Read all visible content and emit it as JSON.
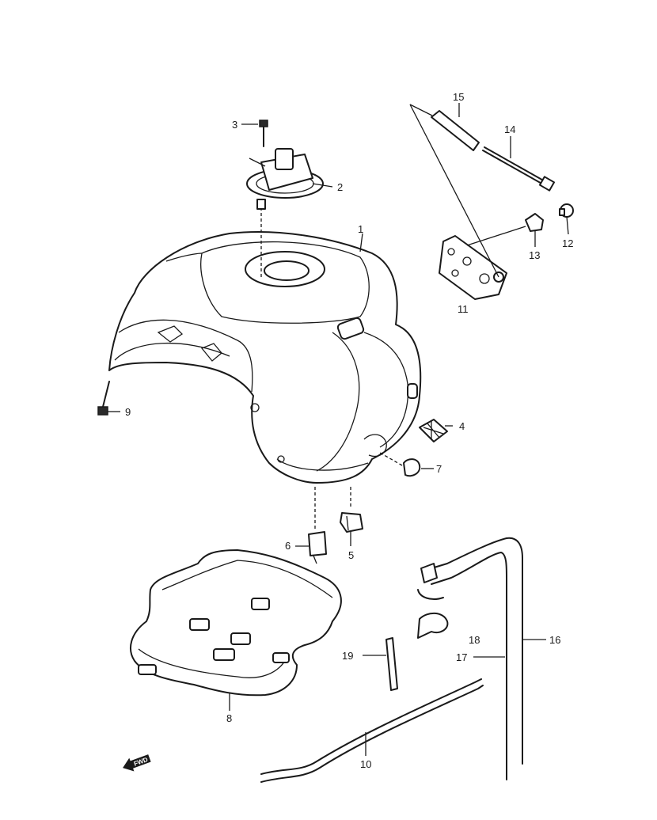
{
  "callouts": [
    {
      "id": "1",
      "label": "1"
    },
    {
      "id": "2",
      "label": "2"
    },
    {
      "id": "3",
      "label": "3"
    },
    {
      "id": "4",
      "label": "4"
    },
    {
      "id": "5",
      "label": "5"
    },
    {
      "id": "6",
      "label": "6"
    },
    {
      "id": "7",
      "label": "7"
    },
    {
      "id": "8",
      "label": "8"
    },
    {
      "id": "9",
      "label": "9"
    },
    {
      "id": "10",
      "label": "10"
    },
    {
      "id": "11",
      "label": "11"
    },
    {
      "id": "12",
      "label": "12"
    },
    {
      "id": "13",
      "label": "13"
    },
    {
      "id": "14",
      "label": "14"
    },
    {
      "id": "15",
      "label": "15"
    },
    {
      "id": "16",
      "label": "16"
    },
    {
      "id": "17",
      "label": "17"
    },
    {
      "id": "18",
      "label": "18"
    },
    {
      "id": "19",
      "label": "19"
    }
  ],
  "fwd_arrow": {
    "label": "FWD",
    "icon": "fwd-arrow-icon"
  }
}
